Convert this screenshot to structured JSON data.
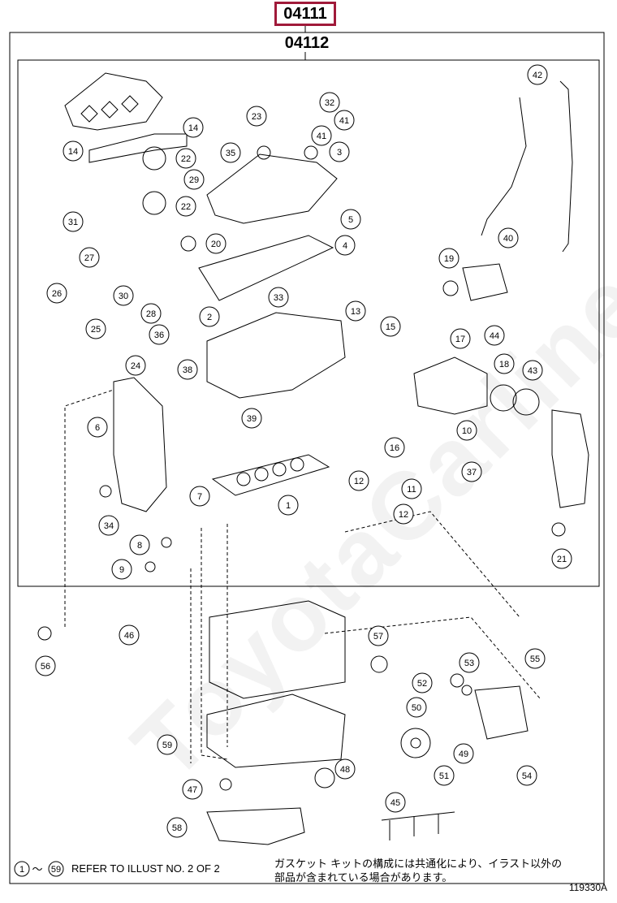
{
  "part_numbers": {
    "main": "04111",
    "sub": "04112"
  },
  "footer": {
    "range_start": "1",
    "range_sep": "～",
    "range_end": "59",
    "refer_text": "REFER TO ILLUST NO. 2 OF 2",
    "jp_note_line1": "ガスケット キットの構成には共通化により、イラスト以外の",
    "jp_note_line2": "部品が含まれている場合があります。",
    "illust_code": "119330A"
  },
  "watermark": "ToyotaCarline.ru",
  "callouts": [
    "1",
    "2",
    "3",
    "4",
    "5",
    "6",
    "7",
    "8",
    "9",
    "10",
    "11",
    "12",
    "12",
    "13",
    "14",
    "14",
    "15",
    "16",
    "17",
    "18",
    "19",
    "20",
    "21",
    "22",
    "22",
    "23",
    "24",
    "25",
    "26",
    "27",
    "28",
    "29",
    "30",
    "31",
    "32",
    "33",
    "34",
    "35",
    "36",
    "37",
    "38",
    "39",
    "40",
    "41",
    "41",
    "42",
    "43",
    "44",
    "45",
    "46",
    "47",
    "48",
    "49",
    "50",
    "51",
    "52",
    "53",
    "54",
    "55",
    "56",
    "57",
    "58",
    "59"
  ]
}
